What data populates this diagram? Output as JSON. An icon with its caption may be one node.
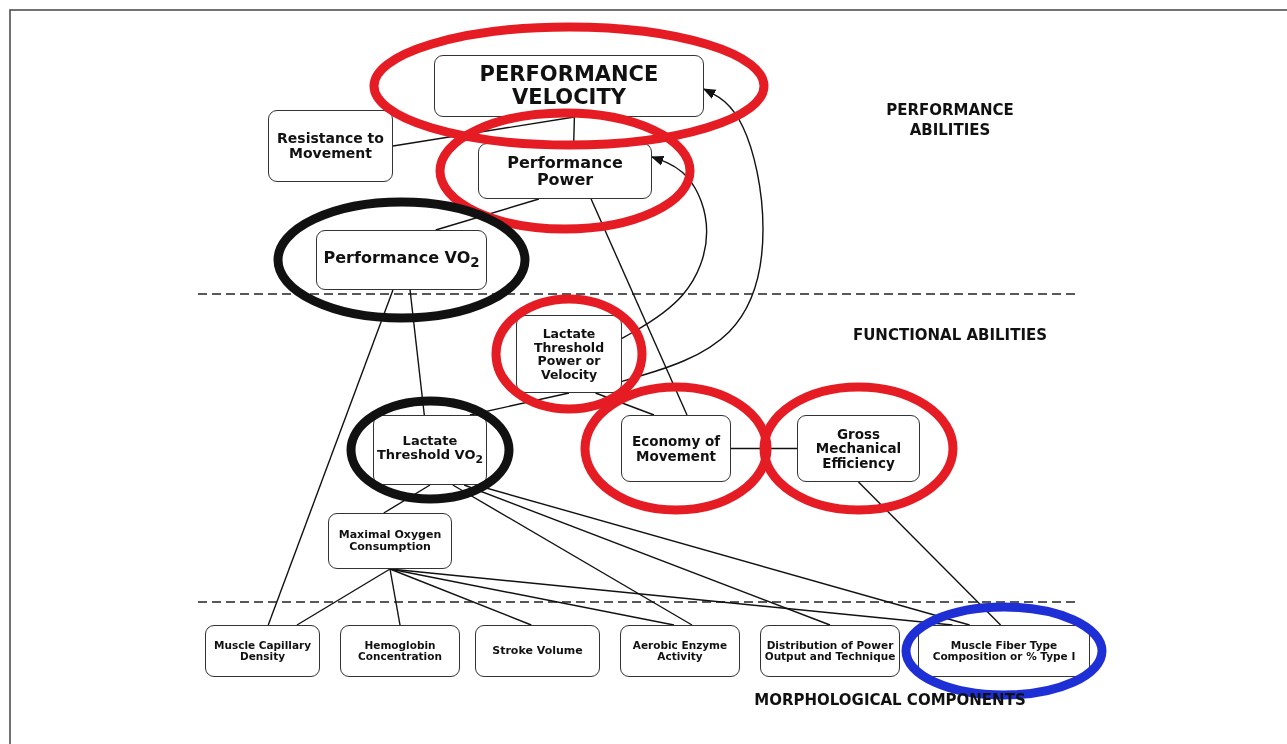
{
  "diagram": {
    "nodes": [
      {
        "text": [
          "PERFORMANCE VELOCITY"
        ]
      },
      {
        "text": [
          "Resistance to Movement"
        ]
      },
      {
        "text": [
          "Performance Power"
        ]
      },
      {
        "text": [
          "Performance VO$_{2}$"
        ]
      },
      {
        "text": [
          "Lactate Threshold Power or Velocity"
        ]
      },
      {
        "text": [
          "Lactate Threshold VO$_{2}$"
        ]
      },
      {
        "text": [
          "Economy of Movement"
        ]
      },
      {
        "text": [
          "Gross Mechanical Efficiency"
        ]
      },
      {
        "text": [
          "Maximal Oxygen Consumption"
        ]
      },
      {
        "text": [
          "Muscle Capillary Density"
        ]
      },
      {
        "text": [
          "Hemoglobin Concentration"
        ]
      },
      {
        "text": [
          "Stroke Volume"
        ]
      },
      {
        "text": [
          "Aerobic Enzyme Activity"
        ]
      },
      {
        "text": [
          "Distribution of Power Output and Technique"
        ]
      },
      {
        "text": [
          "Muscle Fiber Type Composition or % Type I"
        ]
      }
    ],
    "edges": [
      {
        "from": 1,
        "to": 0,
        "arrow": "none"
      },
      {
        "from": 2,
        "to": 0,
        "arrow": "none"
      },
      {
        "from": 3,
        "to": 2,
        "arrow": "none"
      },
      {
        "from": 4,
        "to": 2,
        "arrow": "to"
      },
      {
        "from": 4,
        "to": 0,
        "arrow": "to"
      },
      {
        "from": 2,
        "to": 6,
        "arrow": "none"
      },
      {
        "from": 5,
        "to": 4,
        "arrow": "none"
      },
      {
        "from": 6,
        "to": 4,
        "arrow": "none"
      },
      {
        "from": 3,
        "to": 5,
        "arrow": "none"
      },
      {
        "from": 3,
        "to": 9,
        "arrow": "none"
      },
      {
        "from": 6,
        "to": 7,
        "arrow": "none"
      },
      {
        "from": 7,
        "to": 14,
        "arrow": "none"
      },
      {
        "from": 5,
        "to": 8,
        "arrow": "none"
      },
      {
        "from": 8,
        "to": 9,
        "arrow": "none"
      },
      {
        "from": 8,
        "to": 10,
        "arrow": "none"
      },
      {
        "from": 8,
        "to": 11,
        "arrow": "none"
      },
      {
        "from": 8,
        "to": 12,
        "arrow": "none"
      },
      {
        "from": 8,
        "to": 14,
        "arrow": "none"
      },
      {
        "from": 5,
        "to": 12,
        "arrow": "none"
      },
      {
        "from": 5,
        "to": 13,
        "arrow": "none"
      },
      {
        "from": 5,
        "to": 14,
        "arrow": "none"
      }
    ],
    "labels": [
      "PERFORMANCE ABILITIES",
      "FUNCTIONAL ABILITIES",
      "MORPHOLOGICAL COMPONENTS"
    ]
  }
}
